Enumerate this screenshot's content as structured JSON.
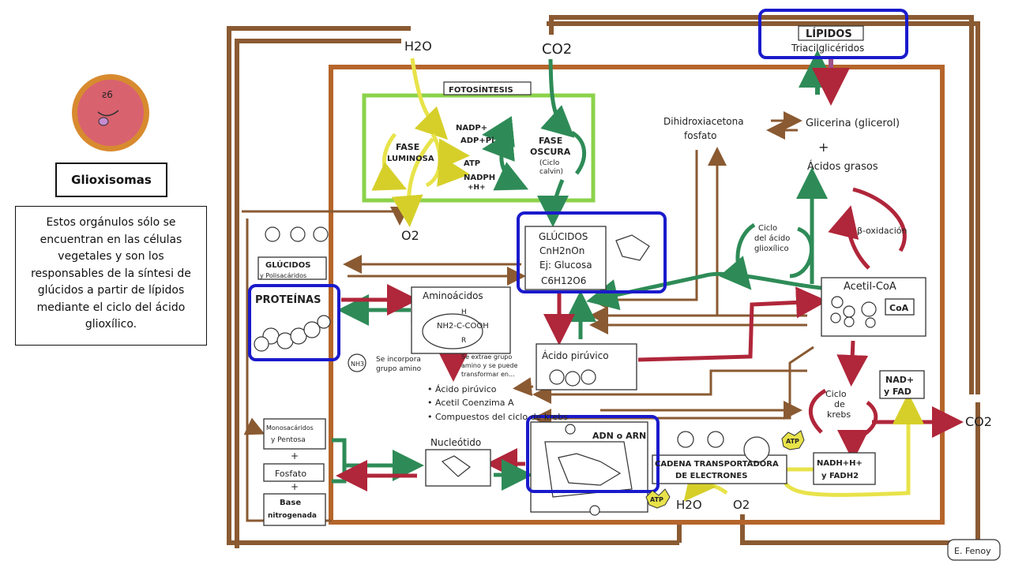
{
  "side": {
    "title": "Glioxisomas",
    "description": "Estos orgánulos sólo se encuentran en las células vegetales y son los responsables de la síntesi de glúcidos a partir de lípidos mediante el ciclo del ácido glioxílico."
  },
  "diagram": {
    "h2o_top": "H2O",
    "co2_top": "CO2",
    "o2_top": "O2",
    "fotosintesis": "FOTOSÍNTESIS",
    "fase_luminosa_1": "FASE",
    "fase_luminosa_2": "LUMINOSA",
    "fase_oscura_1": "FASE",
    "fase_oscura_2": "OSCURA",
    "ciclo_calvin_1": "(Ciclo",
    "ciclo_calvin_2": "calvin)",
    "nadp_plus": "NADP+",
    "adp_pi": "ADP+Pi",
    "atp_photo": "ATP",
    "nadph": "NADPH",
    "h_plus": "+H+",
    "lipidos_title": "LÍPIDOS",
    "lipidos_sub": "Triacilglicéridos",
    "dihidroxi_1": "Dihidroxiacetona",
    "dihidroxi_2": "fosfato",
    "glicerina": "Glicerina (glicerol)",
    "plus_sign": "+",
    "acidos_grasos": "Ácidos grasos",
    "beta_oxidacion": "β-oxidación",
    "ciclo_glioxilico_1": "Ciclo",
    "ciclo_glioxilico_2": "del ácido",
    "ciclo_glioxilico_3": "glioxílico",
    "acetil_coa": "Acetil-CoA",
    "coa_box": "CoA",
    "glucidos_title": "GLÚCIDOS",
    "glucidos_formula": "CnH2nOn",
    "glucidos_ej": "Ej: Glucosa",
    "glucidos_glucosa": "C6H12O6",
    "glucidos_pol_1": "GLÚCIDOS",
    "glucidos_pol_2": "y Polisacáridos",
    "proteinas": "PROTEÍNAS",
    "aminoacidos": "Aminoácidos",
    "aa_formula": "NH2-C-COOH",
    "aa_h": "H",
    "aa_r": "R",
    "nh3": "NH3",
    "se_incorpora_1": "Se incorpora",
    "se_incorpora_2": "grupo amino",
    "se_extrae_1": "Se extrae grupo",
    "se_extrae_2": "amino y se puede",
    "se_extrae_3": "transformar en...",
    "bullet_1": "• Ácido pirúvico",
    "bullet_2": "• Acetil Coenzima A",
    "bullet_3": "• Compuestos del ciclo de krebs",
    "acido_piruvico": "Ácido pirúvico",
    "ciclo_krebs_1": "Ciclo",
    "ciclo_krebs_2": "de",
    "ciclo_krebs_3": "krebs",
    "nad_fad_1": "NAD+",
    "nad_fad_2": "y FAD",
    "co2_right": "CO2",
    "nadh_1": "NADH+H+",
    "nadh_2": "y FADH2",
    "cadena_1": "CADENA TRANSPORTADORA",
    "cadena_2": "DE ELECTRONES",
    "atp_label": "ATP",
    "h2o_bottom": "H2O",
    "o2_bottom": "O2",
    "adn_arn": "ADN o ARN",
    "nucleotido": "Nucleótido",
    "monosacaridos_1": "Monosacáridos",
    "monosacaridos_2": "y Pentosa",
    "fosfato": "Fosfato",
    "base_1": "Base",
    "base_2": "nitrogenada",
    "author": "E. Fenoy"
  },
  "colors": {
    "brown": "#8a5a32",
    "orange_brown": "#b5652b",
    "green_arrow": "#2e8b57",
    "red_arrow": "#b0263a",
    "yellow_arrow": "#e8e34a",
    "photosynthesis_border": "#8bd24a",
    "highlight_blue": "#1a1acc",
    "face_fill": "#d9626f",
    "face_ring": "#d88a2f"
  }
}
